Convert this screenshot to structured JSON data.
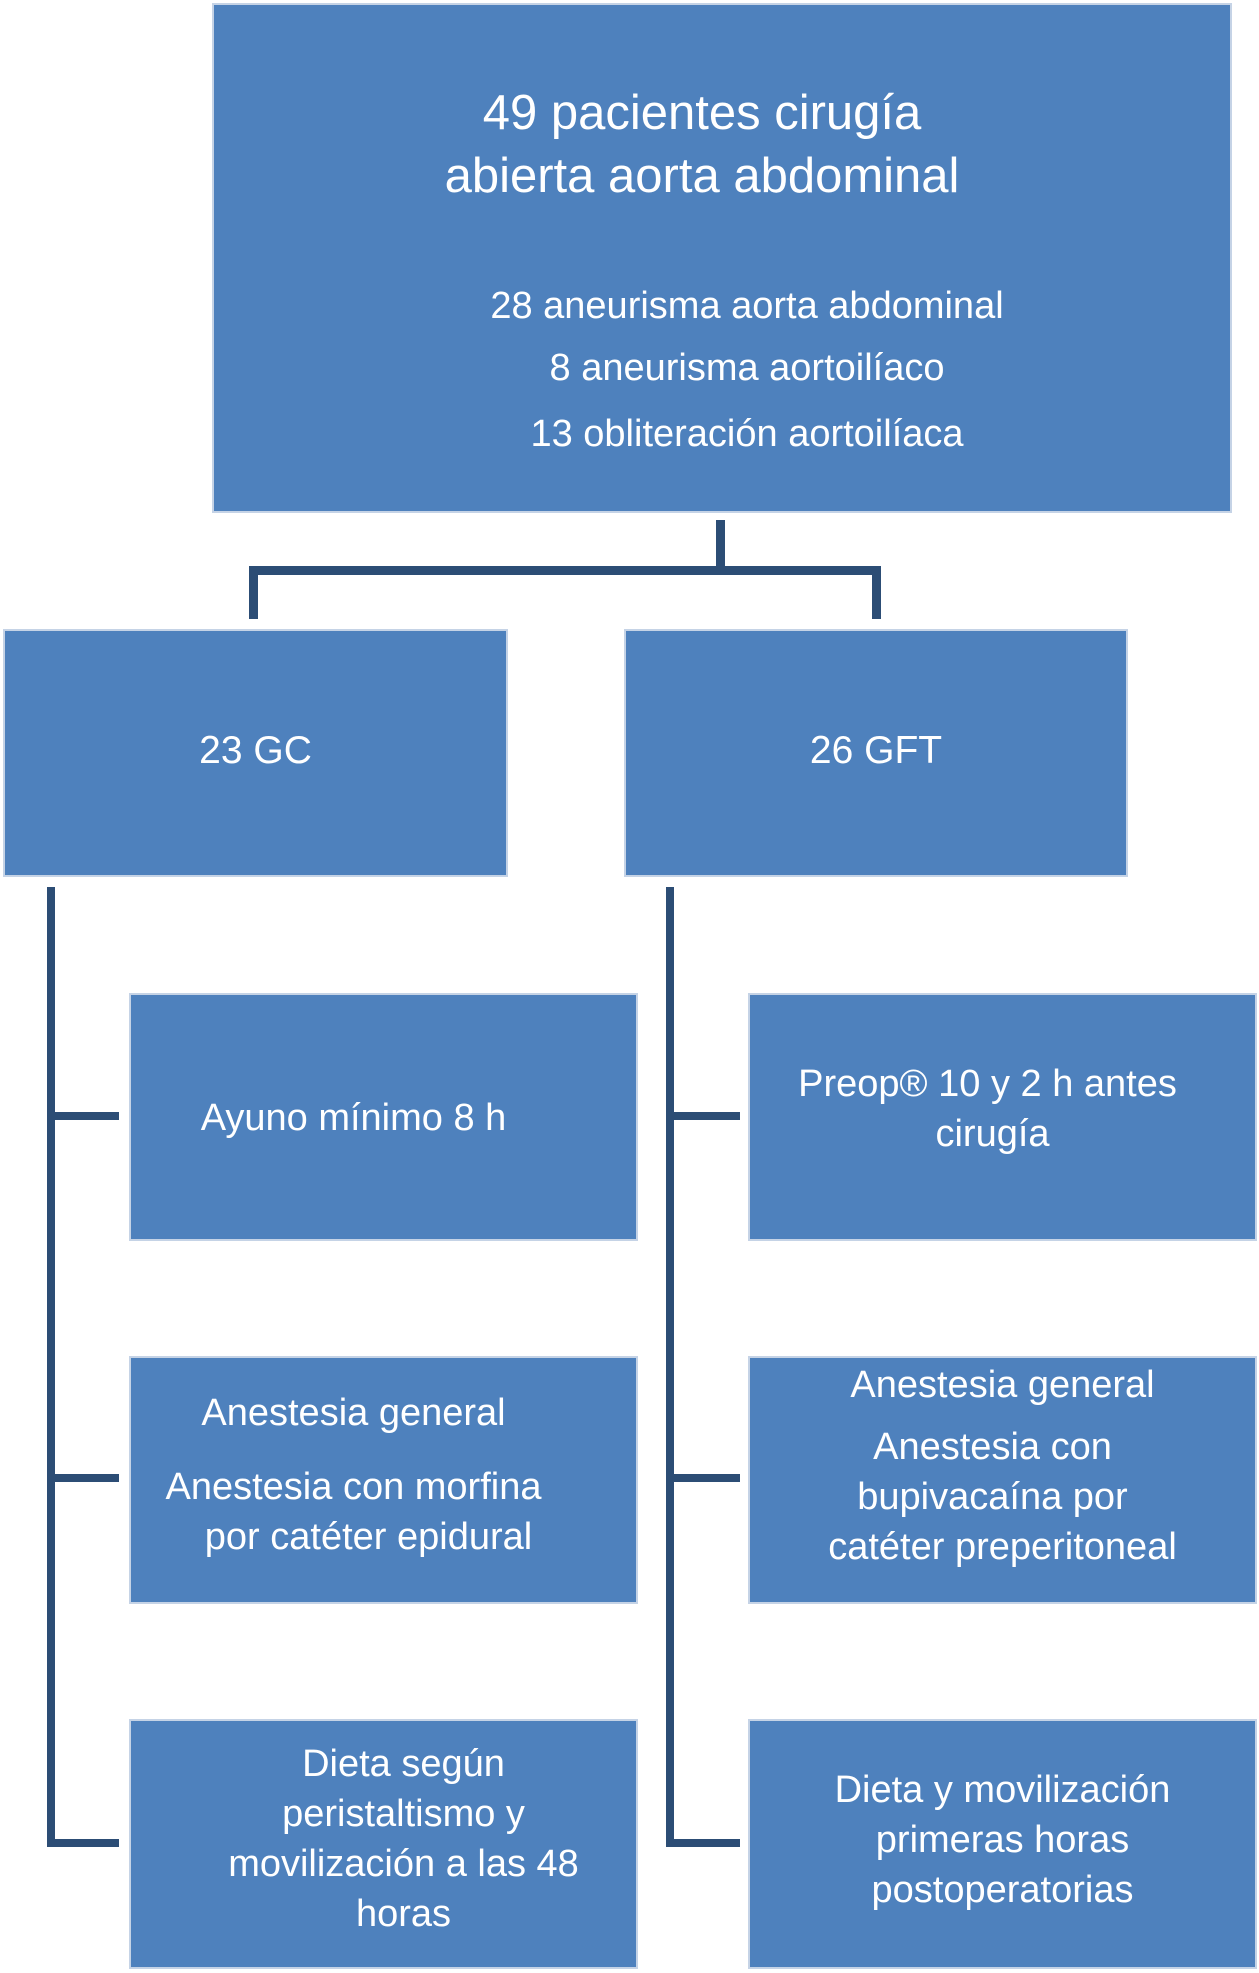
{
  "top": {
    "title_lines": [
      "49 pacientes cirugía",
      "abierta aorta abdominal"
    ],
    "details": [
      "28 aneurisma aorta abdominal",
      "8 aneurisma aortoilíaco",
      "13 obliteración aortoilíaca"
    ]
  },
  "groups": {
    "left": {
      "label": "23 GC",
      "items": [
        {
          "lines": [
            "Ayuno mínimo 8 h"
          ]
        },
        {
          "lines": [
            "Anestesia general",
            "Anestesia con morfina",
            "por catéter epidural"
          ]
        },
        {
          "lines": [
            "Dieta según",
            "peristaltismo y",
            "movilización a las 48",
            "horas"
          ]
        }
      ]
    },
    "right": {
      "label": "26 GFT",
      "items": [
        {
          "lines": [
            "Preop® 10 y 2 h antes",
            "cirugía"
          ]
        },
        {
          "lines": [
            "Anestesia general",
            "Anestesia con",
            "bupivacaína  por",
            "catéter preperitoneal"
          ]
        },
        {
          "lines": [
            "Dieta y movilización",
            "primeras horas",
            "postoperatorias"
          ]
        }
      ]
    }
  },
  "colors": {
    "box_fill": "#4e81bd",
    "box_border": "#c5d3e6",
    "connector": "#2c4d75",
    "text": "#ffffff"
  }
}
